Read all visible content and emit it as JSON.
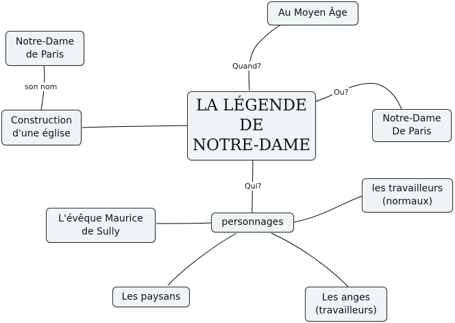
{
  "central": {
    "text": "LA LÉGENDE\nDE\nNOTRE-DAME"
  },
  "nodes": {
    "moyen_age": "Au Moyen Âge",
    "notre_dame_paris_left": "Notre-Dame\nde Paris",
    "construction": "Construction\nd'une église",
    "notre_dame_paris_right": "Notre-Dame\nDe Paris",
    "personnages": "personnages",
    "eveque": "L'évêque Maurice\nde Sully",
    "travailleurs": "les travailleurs\n(normaux)",
    "paysans": "Les paysans",
    "anges": "Les anges\n(travailleurs)"
  },
  "links": {
    "quand": "Quand?",
    "son_nom": "son nom",
    "ou": "Ou?",
    "qui": "Qui?"
  },
  "colors": {
    "node_fill": "#eef3f6",
    "node_border": "#2a2a2a",
    "line": "#000000"
  }
}
